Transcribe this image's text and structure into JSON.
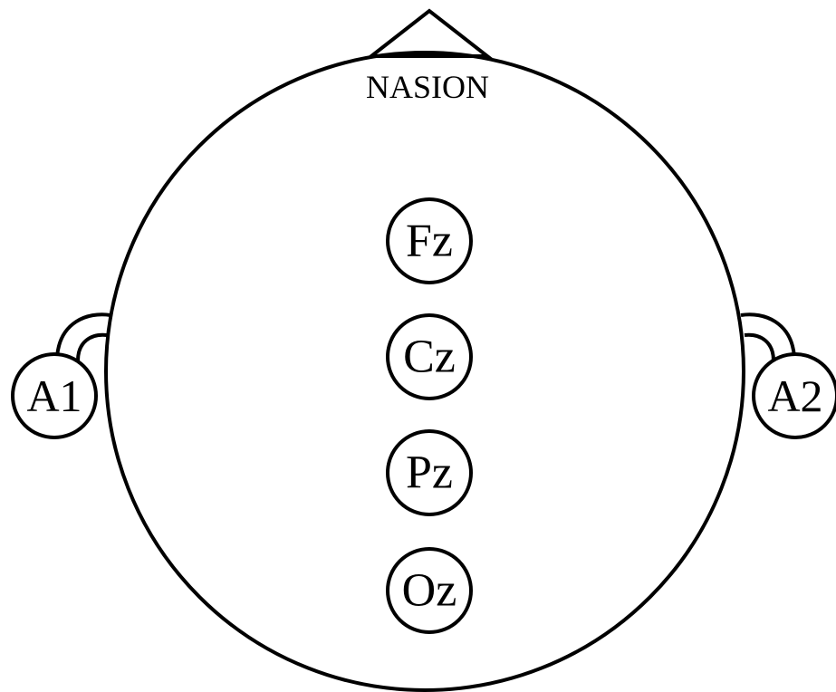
{
  "diagram": {
    "landmark_label": "NASION",
    "midline_electrodes": [
      {
        "id": "fz",
        "label": "Fz"
      },
      {
        "id": "cz",
        "label": "Cz"
      },
      {
        "id": "pz",
        "label": "Pz"
      },
      {
        "id": "oz",
        "label": "Oz"
      }
    ],
    "ear_electrodes": [
      {
        "id": "a1",
        "label": "A1"
      },
      {
        "id": "a2",
        "label": "A2"
      }
    ],
    "stroke_color": "#000000",
    "background_color": "#ffffff"
  }
}
